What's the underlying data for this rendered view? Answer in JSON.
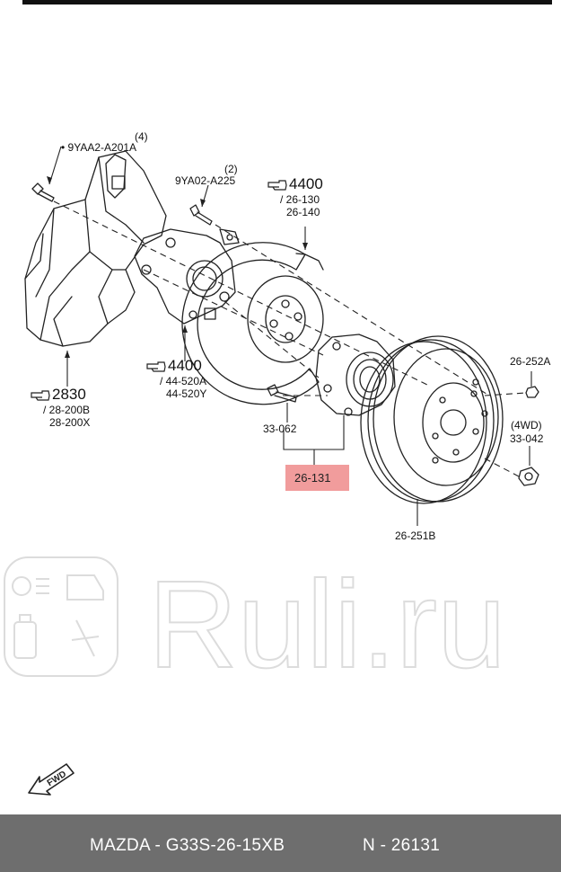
{
  "labels": {
    "part_9yaa2": "9YAA2-A201A",
    "qty_9yaa2": "(4)",
    "part_9ya02": "9YA02-A225",
    "qty_9ya02": "(2)",
    "ref_4400_top": "4400",
    "part_26_130": "/ 26-130",
    "part_26_140": "26-140",
    "ref_4400_left": "4400",
    "part_44_520a": "/ 44-520A",
    "part_44_520y": "44-520Y",
    "ref_2830": "2830",
    "part_28_200b": "/ 28-200B",
    "part_28_200x": "28-200X",
    "part_33_062": "33-062",
    "part_26_131": "26-131",
    "part_26_252a": "26-252A",
    "qty_4wd": "(4WD)",
    "part_33_042": "33-042",
    "part_26_251b": "26-251B"
  },
  "watermark_text": "Ruli.ru",
  "fwd_label": "FWD",
  "footer": {
    "brand_part": "MAZDA - G33S-26-15XB",
    "number": "N - 26131"
  },
  "colors": {
    "highlight": "#f19c9c",
    "footer_bg": "#6e6e6e",
    "line": "#222222"
  }
}
